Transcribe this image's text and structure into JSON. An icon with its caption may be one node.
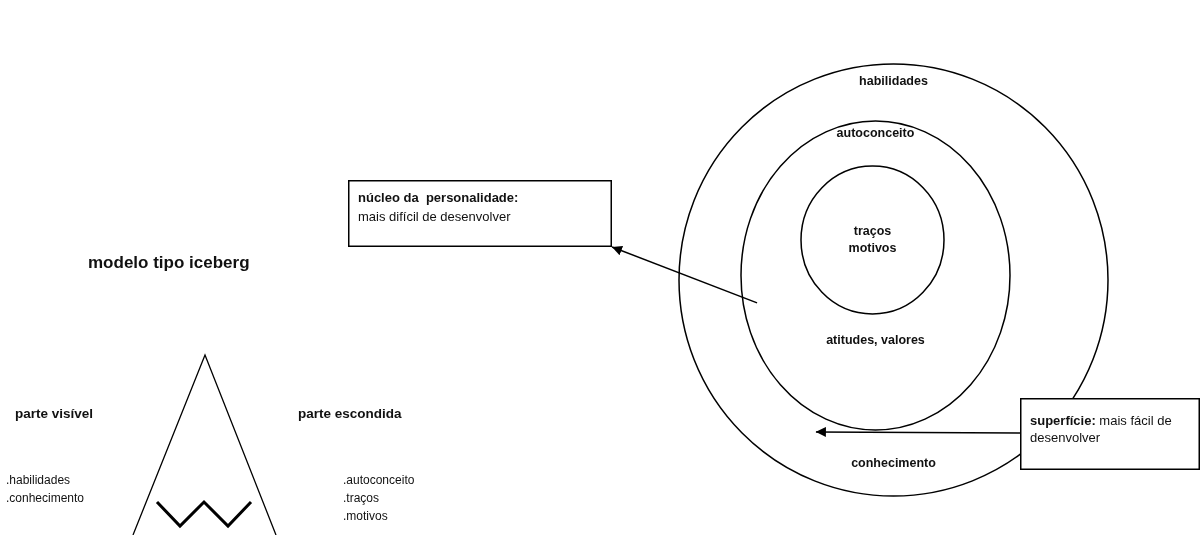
{
  "diagram": {
    "title": "modelo tipo iceberg",
    "nodes": [
      {
        "text": [
          "habilidades",
          "conhecimento"
        ]
      },
      {
        "text": [
          "autoconceito",
          "atitudes, valores"
        ],
        "in": 0
      },
      {
        "text": [
          "traços motivos"
        ],
        "in": 1
      },
      {
        "text": [
          "núcleo da  personalidade:",
          "mais difícil de desenvolver"
        ]
      },
      {
        "text": [
          "**superfície:** mais fácil de desenvolver"
        ]
      }
    ],
    "edges": [
      {
        "from": 1,
        "to": 3,
        "arrow": "to"
      },
      {
        "from": 4,
        "to": 0,
        "arrow": "to"
      }
    ],
    "labels": [
      "parte visível",
      "parte escondida",
      ".habilidades",
      ".conhecimento",
      ".autoconceito",
      ".traços",
      ".motivos"
    ]
  }
}
